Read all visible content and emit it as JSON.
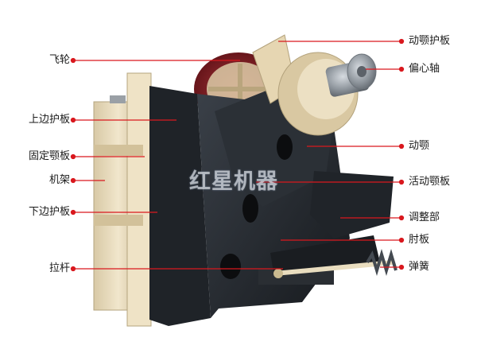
{
  "watermark": "红星机器",
  "colors": {
    "leader": "#d9181e",
    "frame": "#e9dcc0",
    "body": "#23272c"
  },
  "labels": {
    "left": [
      "飞轮",
      "上边护板",
      "固定颚板",
      "机架",
      "下边护板",
      "拉杆"
    ],
    "right": [
      "动颚护板",
      "偏心轴",
      "动颚",
      "活动颚板",
      "调整部",
      "肘板",
      "弹簧"
    ]
  }
}
